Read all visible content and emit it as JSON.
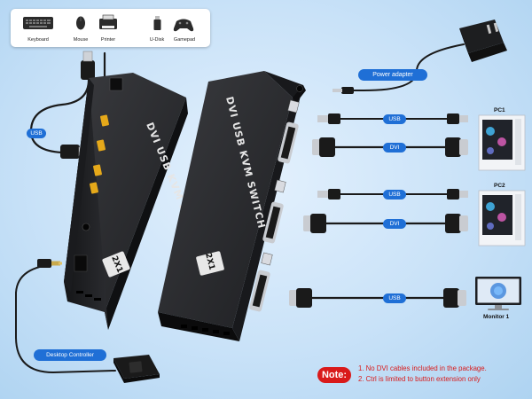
{
  "peripherals": [
    {
      "label": "Keyboard",
      "icon": "keyboard-icon"
    },
    {
      "label": "Mouse",
      "icon": "mouse-icon"
    },
    {
      "label": "Printer",
      "icon": "printer-icon"
    },
    {
      "label": "U-Disk",
      "icon": "usb-disk-icon"
    },
    {
      "label": "Gamepad",
      "icon": "gamepad-icon"
    }
  ],
  "cable_labels": {
    "usb_left": "USB",
    "power_adapter": "Power adapter",
    "pc1_usb": "USB",
    "pc1_dvi": "DVI",
    "pc2_usb": "USB",
    "pc2_dvi": "DVI",
    "monitor_cable": "USB",
    "desktop_controller": "Desktop Controller"
  },
  "devices": {
    "pc1": "PC1",
    "pc2": "PC2",
    "monitor": "Monitor 1"
  },
  "unit": {
    "front_title": "DVI USB KVM SWITCH",
    "front_badge": "2X1",
    "back_title": "DVI USB KVM SWITCH",
    "back_badge": "2X1"
  },
  "note": {
    "badge": "Note:",
    "lines": [
      "1. No DVI cables included in the package.",
      "2. Ctrl is limited to button extension only"
    ]
  },
  "colors": {
    "accent": "#1f6fd6",
    "note_red": "#d91a1a",
    "unit_body": "#2a2b2e"
  }
}
